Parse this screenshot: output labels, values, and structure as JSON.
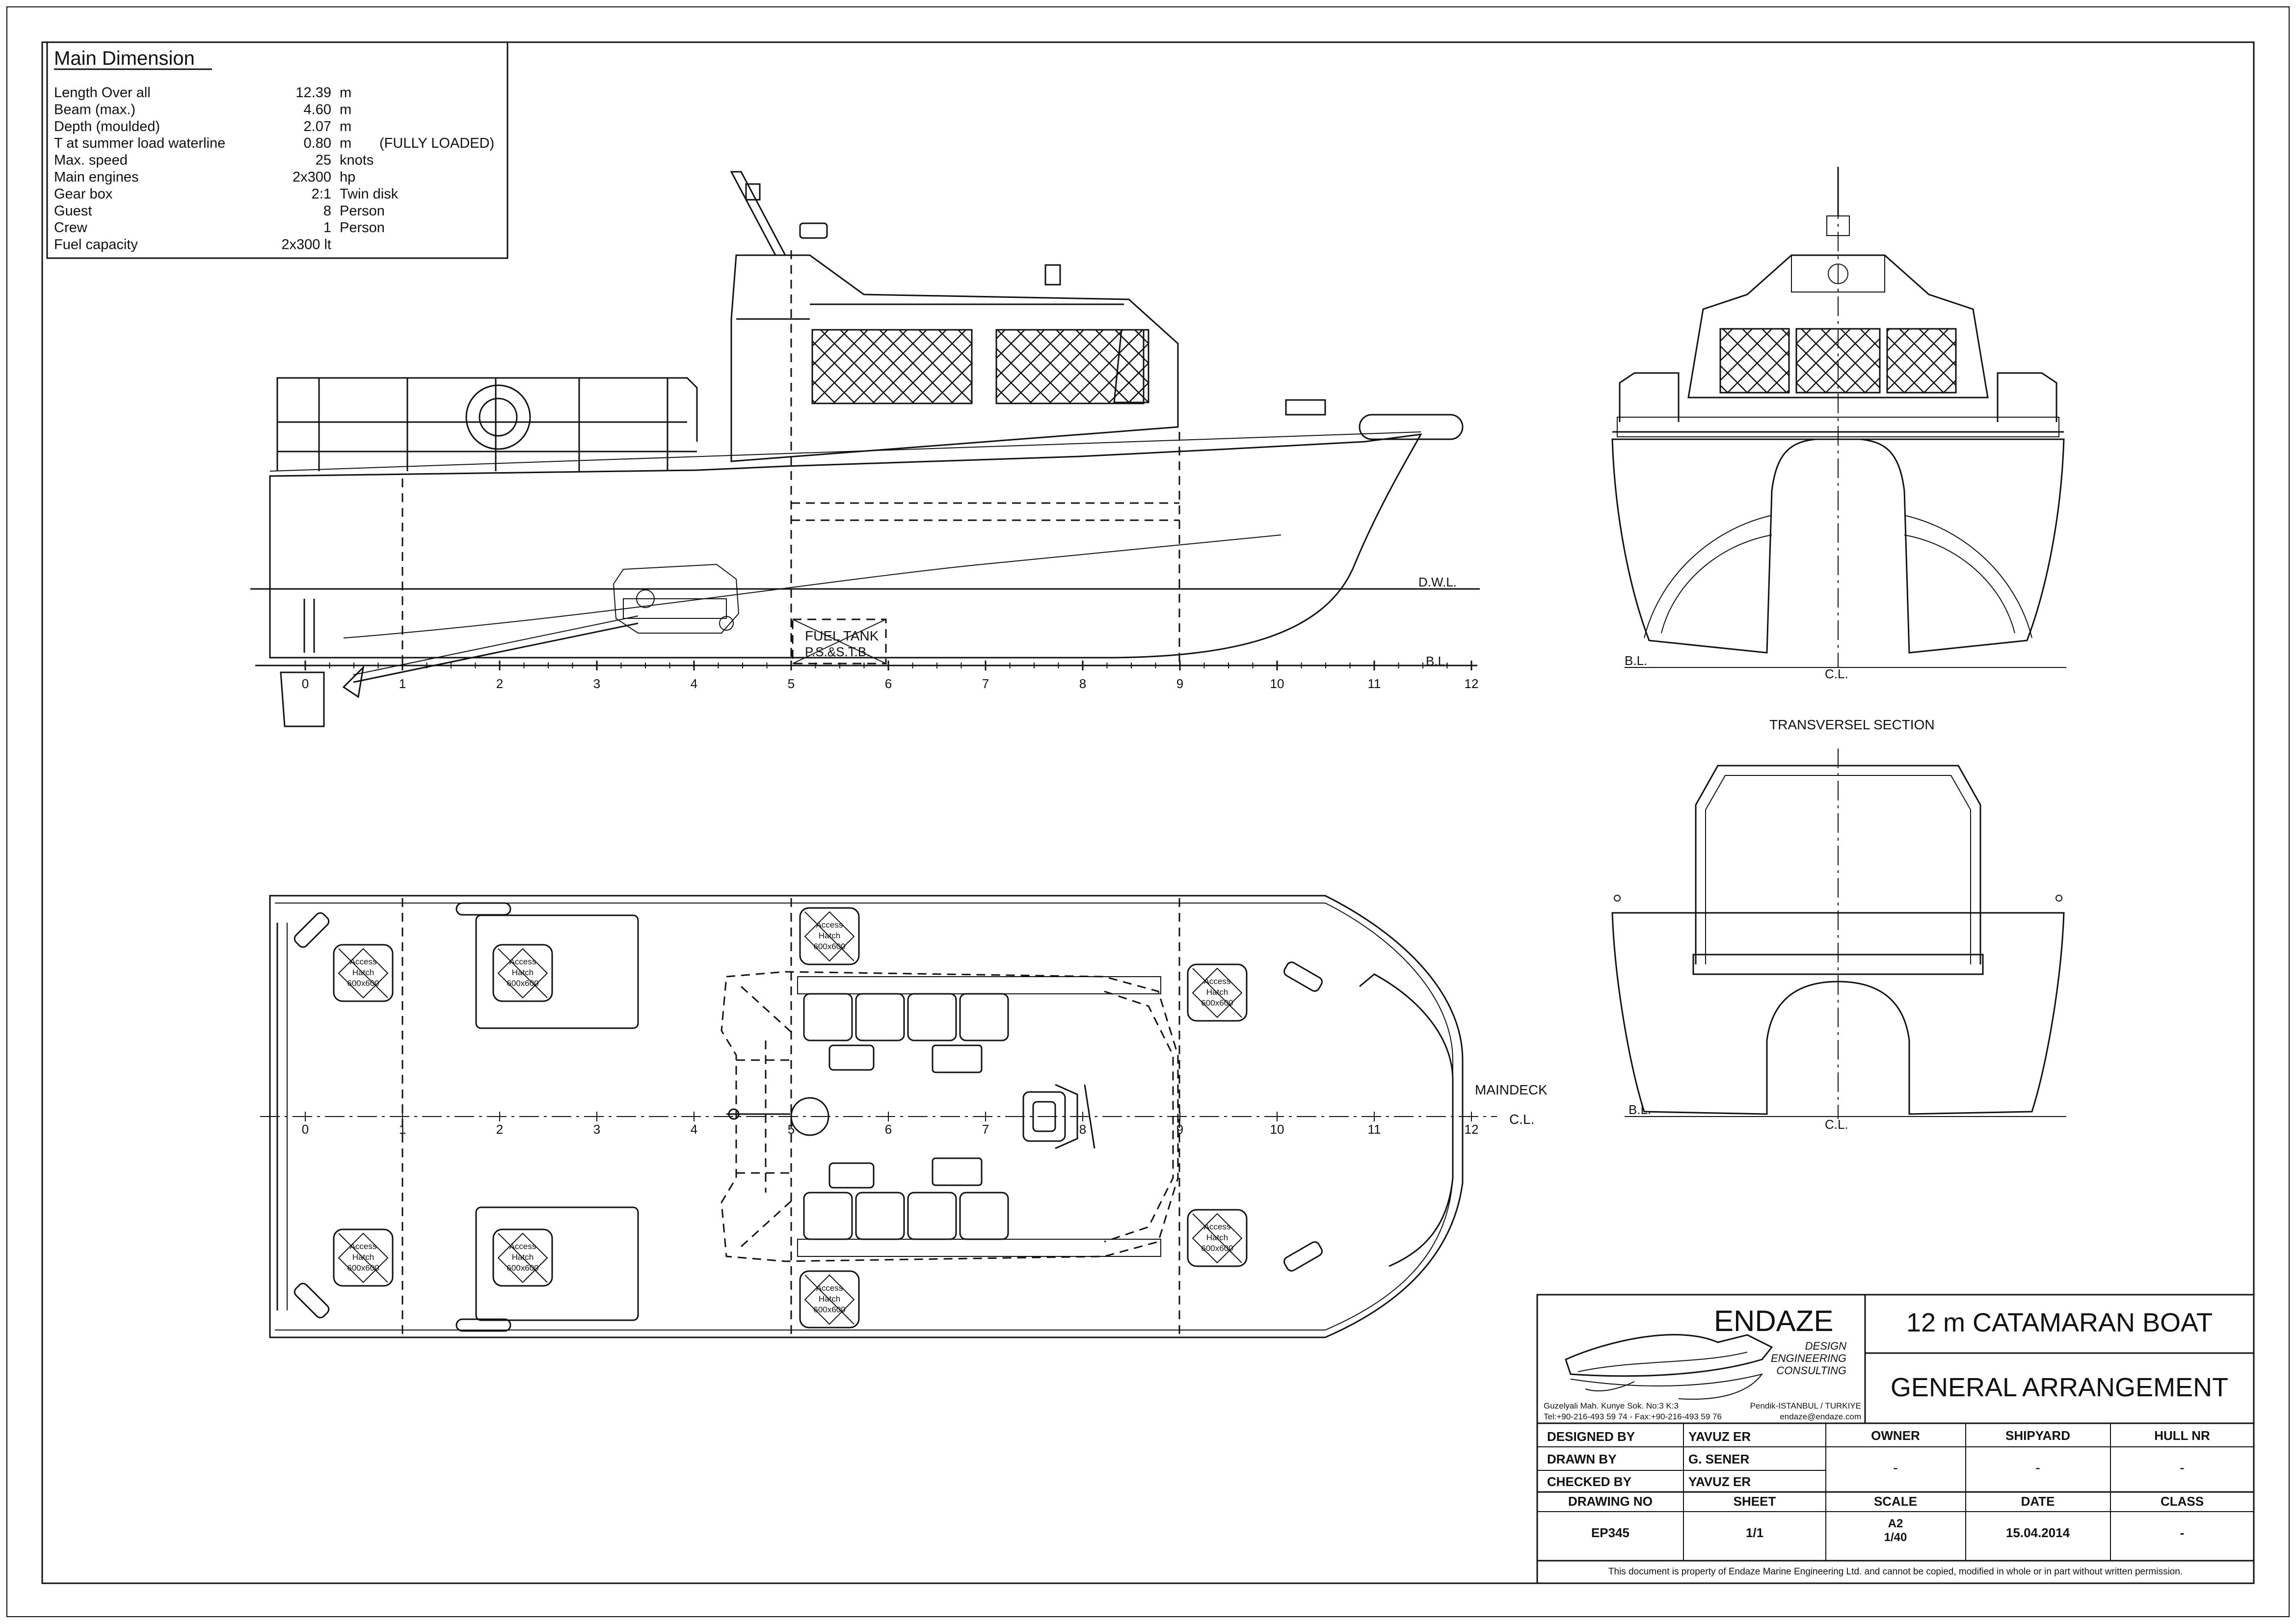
{
  "main_dimension": {
    "title": "Main Dimension",
    "rows": [
      {
        "label": "Length Over all",
        "value": "12.39",
        "unit": "m",
        "note": ""
      },
      {
        "label": "Beam (max.)",
        "value": "4.60",
        "unit": "m",
        "note": ""
      },
      {
        "label": "Depth (moulded)",
        "value": "2.07",
        "unit": "m",
        "note": ""
      },
      {
        "label": "T at summer load waterline",
        "value": "0.80",
        "unit": "m",
        "note": "(FULLY LOADED)"
      },
      {
        "label": "Max. speed",
        "value": "25",
        "unit": "knots",
        "note": ""
      },
      {
        "label": "Main engines",
        "value": "2x300",
        "unit": "hp",
        "note": ""
      },
      {
        "label": "Gear box",
        "value": "2:1",
        "unit": "Twin disk",
        "note": ""
      },
      {
        "label": "Guest",
        "value": "8",
        "unit": "Person",
        "note": ""
      },
      {
        "label": "Crew",
        "value": "1",
        "unit": "Person",
        "note": ""
      },
      {
        "label": "Fuel capacity",
        "value": "2x300 lt",
        "unit": "",
        "note": ""
      }
    ]
  },
  "profile": {
    "dwl_label": "D.W.L.",
    "bl_label": "B.L.",
    "fuel_tank_label": "FUEL TANK",
    "fuel_tank_sub": "P.S.&S.T.B.",
    "stations": [
      "0",
      "1",
      "2",
      "3",
      "4",
      "5",
      "6",
      "7",
      "8",
      "9",
      "10",
      "11",
      "12"
    ]
  },
  "plan": {
    "maindeck_label": "MAINDECK",
    "cl_label": "C.L.",
    "stations": [
      "0",
      "1",
      "2",
      "3",
      "4",
      "5",
      "6",
      "7",
      "8",
      "9",
      "10",
      "11",
      "12"
    ],
    "hatch_line1": "Access",
    "hatch_line2": "Hatch",
    "hatch_line3": "600x600"
  },
  "front_view": {
    "bl_label": "B.L.",
    "cl_label": "C.L."
  },
  "section": {
    "title": "TRANSVERSEL SECTION",
    "bl_label": "B.L.",
    "cl_label": "C.L."
  },
  "title_block": {
    "company": "ENDAZE",
    "tagline": [
      "DESIGN",
      "ENGINEERING",
      "CONSULTING"
    ],
    "address_left_1": "Guzelyali Mah. Kunye Sok. No:3 K:3",
    "address_left_2": "Tel:+90-216-493 59 74 - Fax:+90-216-493 59 76",
    "address_right_1": "Pendik-ISTANBUL / TURKIYE",
    "address_right_2": "endaze@endaze.com",
    "project": "12 m CATAMARAN  BOAT",
    "drawing_title": "GENERAL ARRANGEMENT",
    "designed_by_label": "DESIGNED BY",
    "designed_by": "YAVUZ ER",
    "drawn_by_label": "DRAWN BY",
    "drawn_by": "G. SENER",
    "checked_by_label": "CHECKED BY",
    "checked_by": "YAVUZ ER",
    "owner_label": "OWNER",
    "owner": "-",
    "shipyard_label": "SHIPYARD",
    "shipyard": "-",
    "hull_nr_label": "HULL NR",
    "hull_nr": "-",
    "drawing_no_label": "DRAWING NO",
    "drawing_no": "EP345",
    "sheet_label": "SHEET",
    "sheet": "1/1",
    "scale_label": "SCALE",
    "scale_1": "A2",
    "scale_2": "1/40",
    "date_label": "DATE",
    "date": "15.04.2014",
    "class_label": "CLASS",
    "class": "-",
    "disclaimer": "This document is property of  Endaze Marine Engineering Ltd. and cannot be copied, modified in whole or in part without written permission."
  }
}
